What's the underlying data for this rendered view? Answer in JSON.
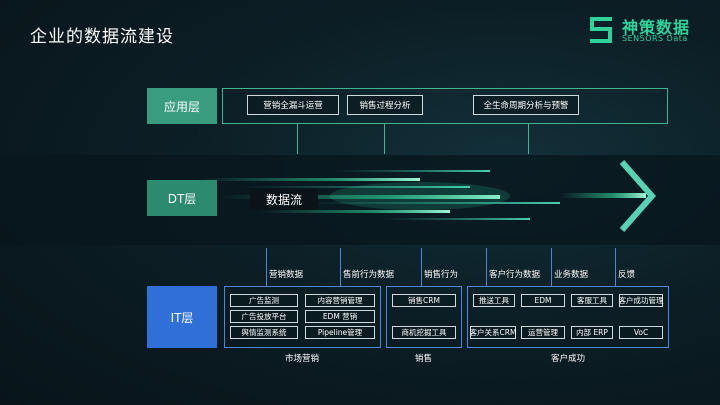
{
  "title": "企业的数据流建设",
  "logo": {
    "cn": "神策数据",
    "en": "SENSORS Data"
  },
  "layers": {
    "app": "应用层",
    "dt": "DT层",
    "it": "IT层"
  },
  "app_items": [
    "营销全漏斗运营",
    "销售过程分析",
    "全生命周期分析与预警"
  ],
  "dataflow": "数据流",
  "flows": [
    "营销数据",
    "售前行为数据",
    "销售行为",
    "客户行为数据",
    "业务数据",
    "反馈"
  ],
  "groups": {
    "marketing": {
      "name": "市场营销",
      "tools": [
        "广告监测",
        "内容营销管理",
        "广告投放平台",
        "EDM 营销",
        "舆情监测系统",
        "Pipeline管理"
      ]
    },
    "sales": {
      "name": "销售",
      "tools": [
        "销售CRM",
        "商机挖掘工具"
      ]
    },
    "success": {
      "name": "客户成功",
      "tools": [
        "推送工具",
        "EDM",
        "客服工具",
        "客户成功管理",
        "客户关系CRM",
        "运营管理",
        "内部 ERP",
        "VoC"
      ]
    }
  },
  "colors": {
    "accent": "#3fb58f",
    "it_blue": "#2f6fd8",
    "line_blue": "#4f86d6",
    "brand": "#2fd39a"
  }
}
